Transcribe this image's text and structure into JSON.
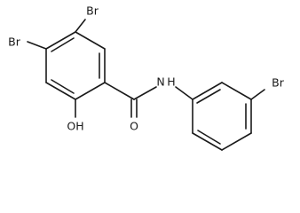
{
  "structure": {
    "atom_labels": {
      "br_top": "Br",
      "br_left": "Br",
      "hydroxyl": "OH",
      "carbonyl_oxygen": "O",
      "amide_nitrogen": "N",
      "amide_hydrogen": "H",
      "br_right": "Br"
    },
    "ink_color": "#1a1a1a",
    "background_color": "#ffffff"
  }
}
